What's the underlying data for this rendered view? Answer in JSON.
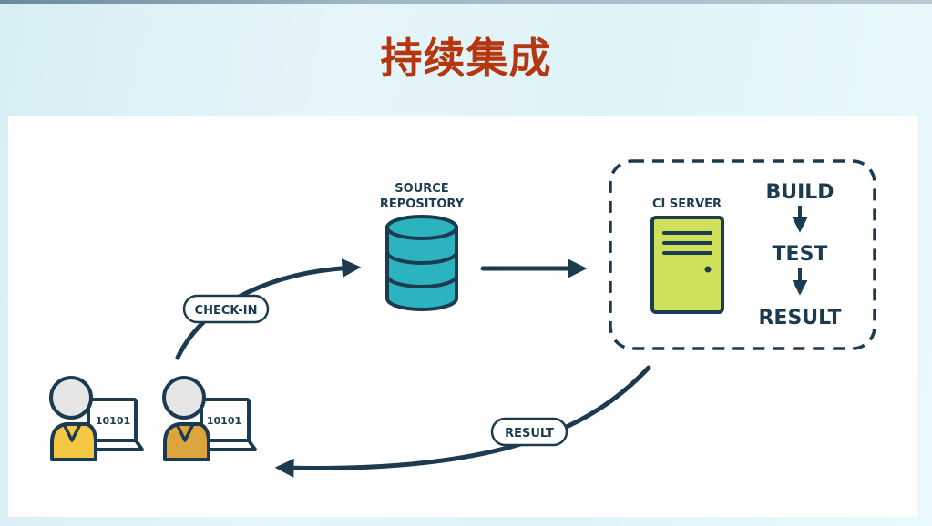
{
  "title": "持续集成",
  "diagram": {
    "source_repository": [
      "SOURCE",
      "REPOSITORY"
    ],
    "check_in_label": "CHECK-IN",
    "ci_server_label": "CI SERVER",
    "pipeline_steps": [
      "BUILD",
      "TEST",
      "RESULT"
    ],
    "result_label": "RESULT",
    "developer_screen_text": "10101"
  },
  "colors": {
    "title": "#b5370f",
    "outline": "#1d3b50",
    "database": "#2bb3c0",
    "server": "#cfe05a",
    "developer_1_shirt": "#f4c842",
    "developer_2_shirt": "#dca43d",
    "head": "#e6e6e6"
  }
}
